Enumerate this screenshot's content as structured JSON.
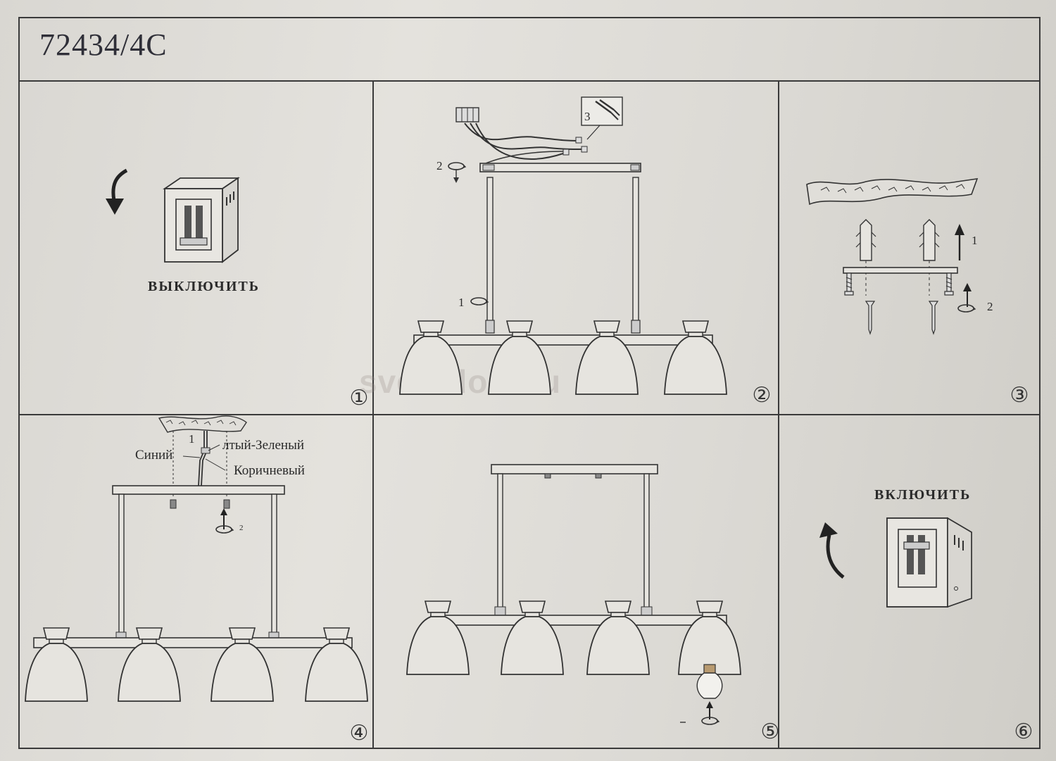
{
  "document": {
    "model_number": "72434/4C",
    "watermark": "svetodom.ru"
  },
  "panels": [
    {
      "number": "①",
      "label": "ВЫКЛЮЧИТЬ"
    },
    {
      "number": "②",
      "steps": [
        "1",
        "2",
        "3"
      ]
    },
    {
      "number": "③",
      "steps": [
        "1",
        "2"
      ]
    },
    {
      "number": "④",
      "steps": [
        "1",
        "2"
      ],
      "wires": [
        "Синий",
        "лтый-Зеленый",
        "Коричневый"
      ]
    },
    {
      "number": "⑤"
    },
    {
      "number": "⑥",
      "label": "ВКЛЮЧИТЬ"
    }
  ],
  "icons": {
    "switch_off": "light-switch-off-icon",
    "switch_on": "light-switch-on-icon",
    "rotate_arrow": "rotate-arrow-icon",
    "pliers": "pliers-icon",
    "bulb": "light-bulb-icon"
  },
  "colors": {
    "paper": "#e0ded9",
    "ink": "#3a3a3a"
  }
}
